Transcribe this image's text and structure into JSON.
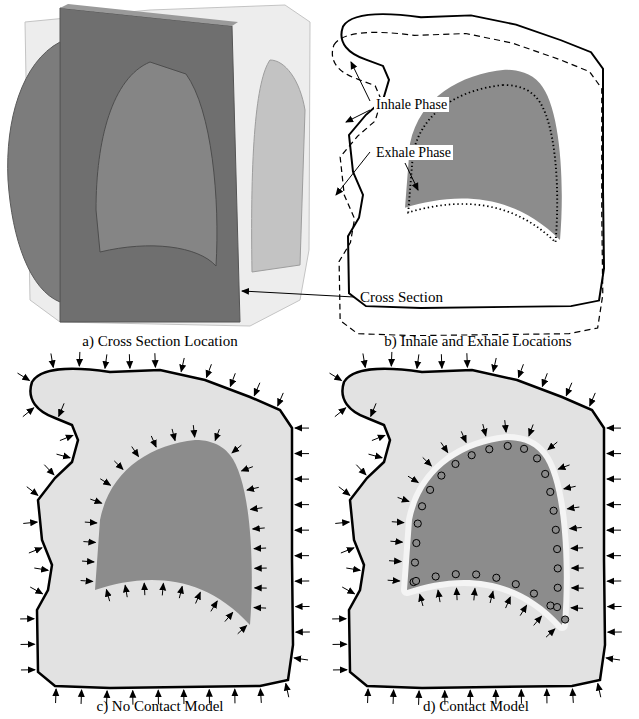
{
  "diagram": {
    "labels": [
      "Cross Section",
      "a) Cross Section Location",
      "Inhale Phase",
      "Exhale Phase",
      "b) Inhale and Exhale Locations",
      "c) No Contact Model",
      "d) Contact Model"
    ]
  }
}
